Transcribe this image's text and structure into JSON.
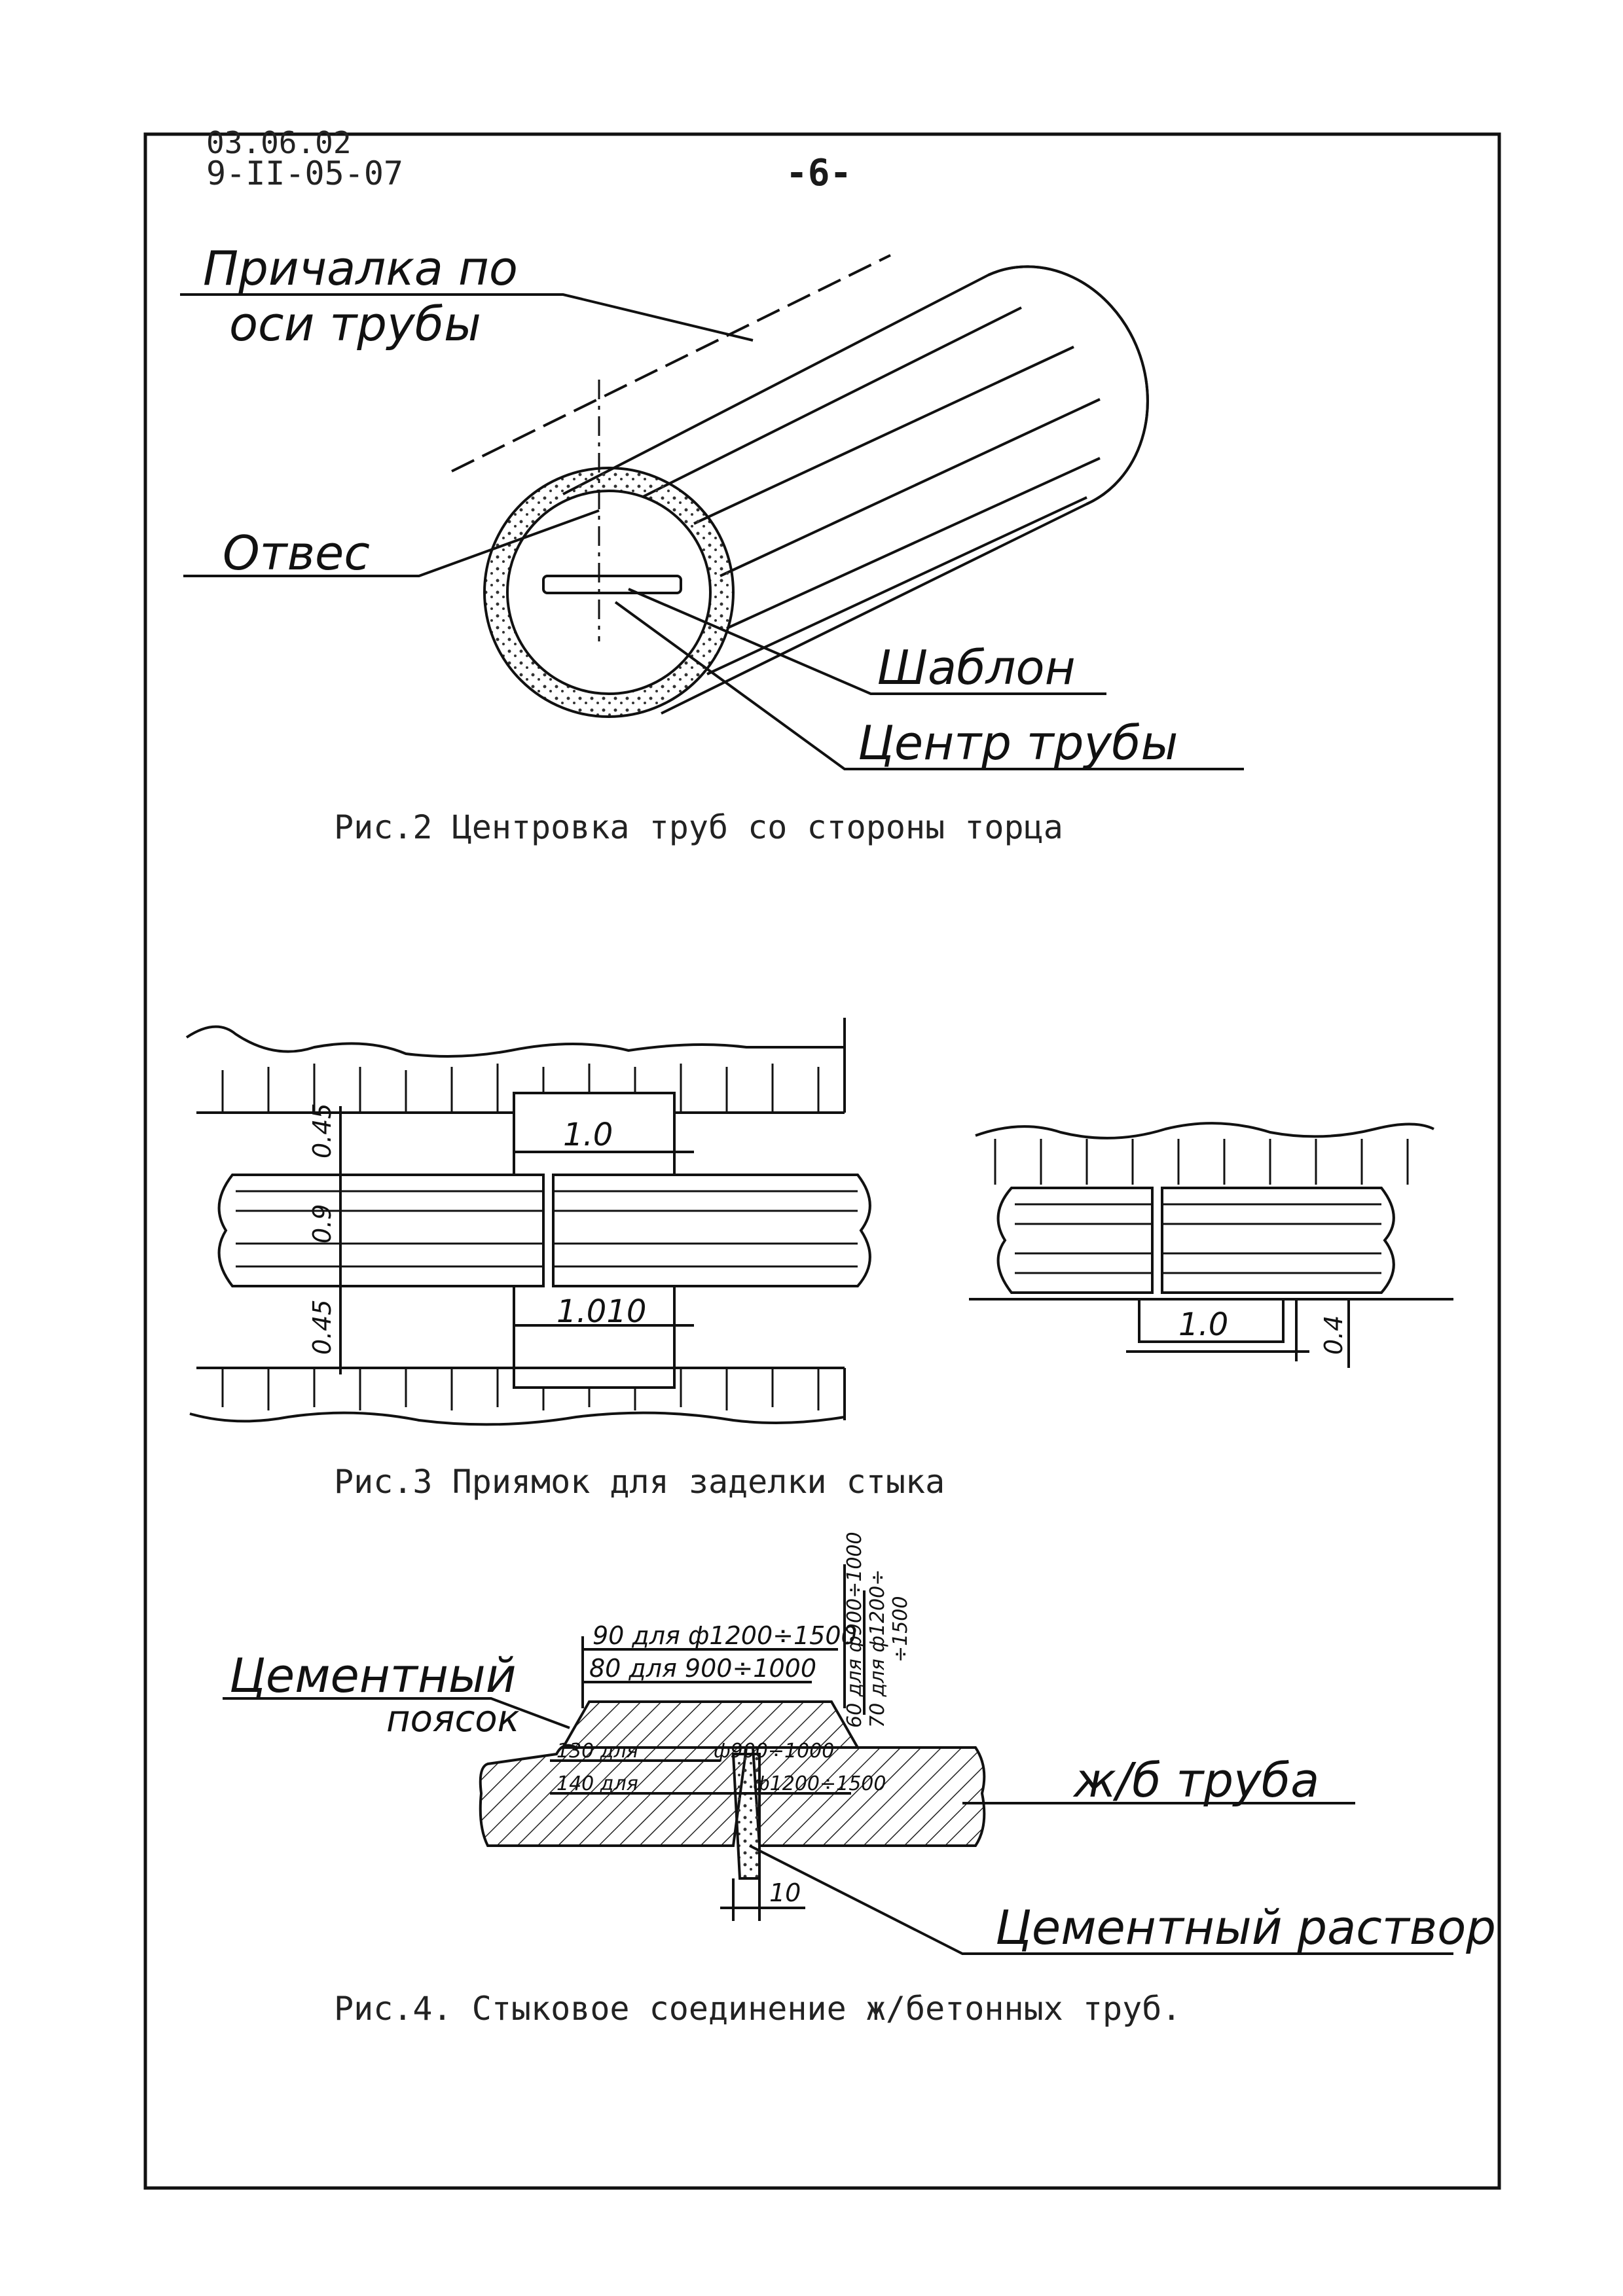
{
  "header": {
    "code_line1": "03.06.02",
    "code_line2": "9-II-05-07",
    "page_number": "-6-"
  },
  "fig2": {
    "caption": "Рис.2 Центровка труб со стороны торца",
    "label_line1": "Причалка по",
    "label_line2": "оси трубы",
    "label_plumb": "Отвес",
    "label_template": "Шаблон",
    "label_center": "Центр трубы"
  },
  "fig3": {
    "caption": "Рис.3 Приямок для заделки стыка",
    "dim_top_width": "1.0",
    "dim_bottom_width": "1.010",
    "dim_upper_depth": "0.45",
    "dim_pipe": "0.9",
    "dim_lower_depth": "0.45",
    "dim_right_width": "1.0",
    "dim_right_depth": "0.4"
  },
  "fig4": {
    "caption": "Рис.4. Стыковое соединение ж/бетонных труб.",
    "label_band_line1": "Цементный",
    "label_band_line2": "поясок",
    "label_pipe": "ж/б труба",
    "label_mortar": "Цементный раствор",
    "dim_90": "90 для ф1200÷1500",
    "dim_80": "80 для 900÷1000",
    "dim_130a": "130 для",
    "dim_900": "ф900÷1000",
    "dim_140a": "140 для",
    "dim_1200": "ф1200÷1500",
    "dim_gap": "10",
    "dim_vert_1": "60 для ф900÷1000",
    "dim_vert_2": "70 для ф1200÷",
    "dim_vert_3": "÷1500"
  }
}
